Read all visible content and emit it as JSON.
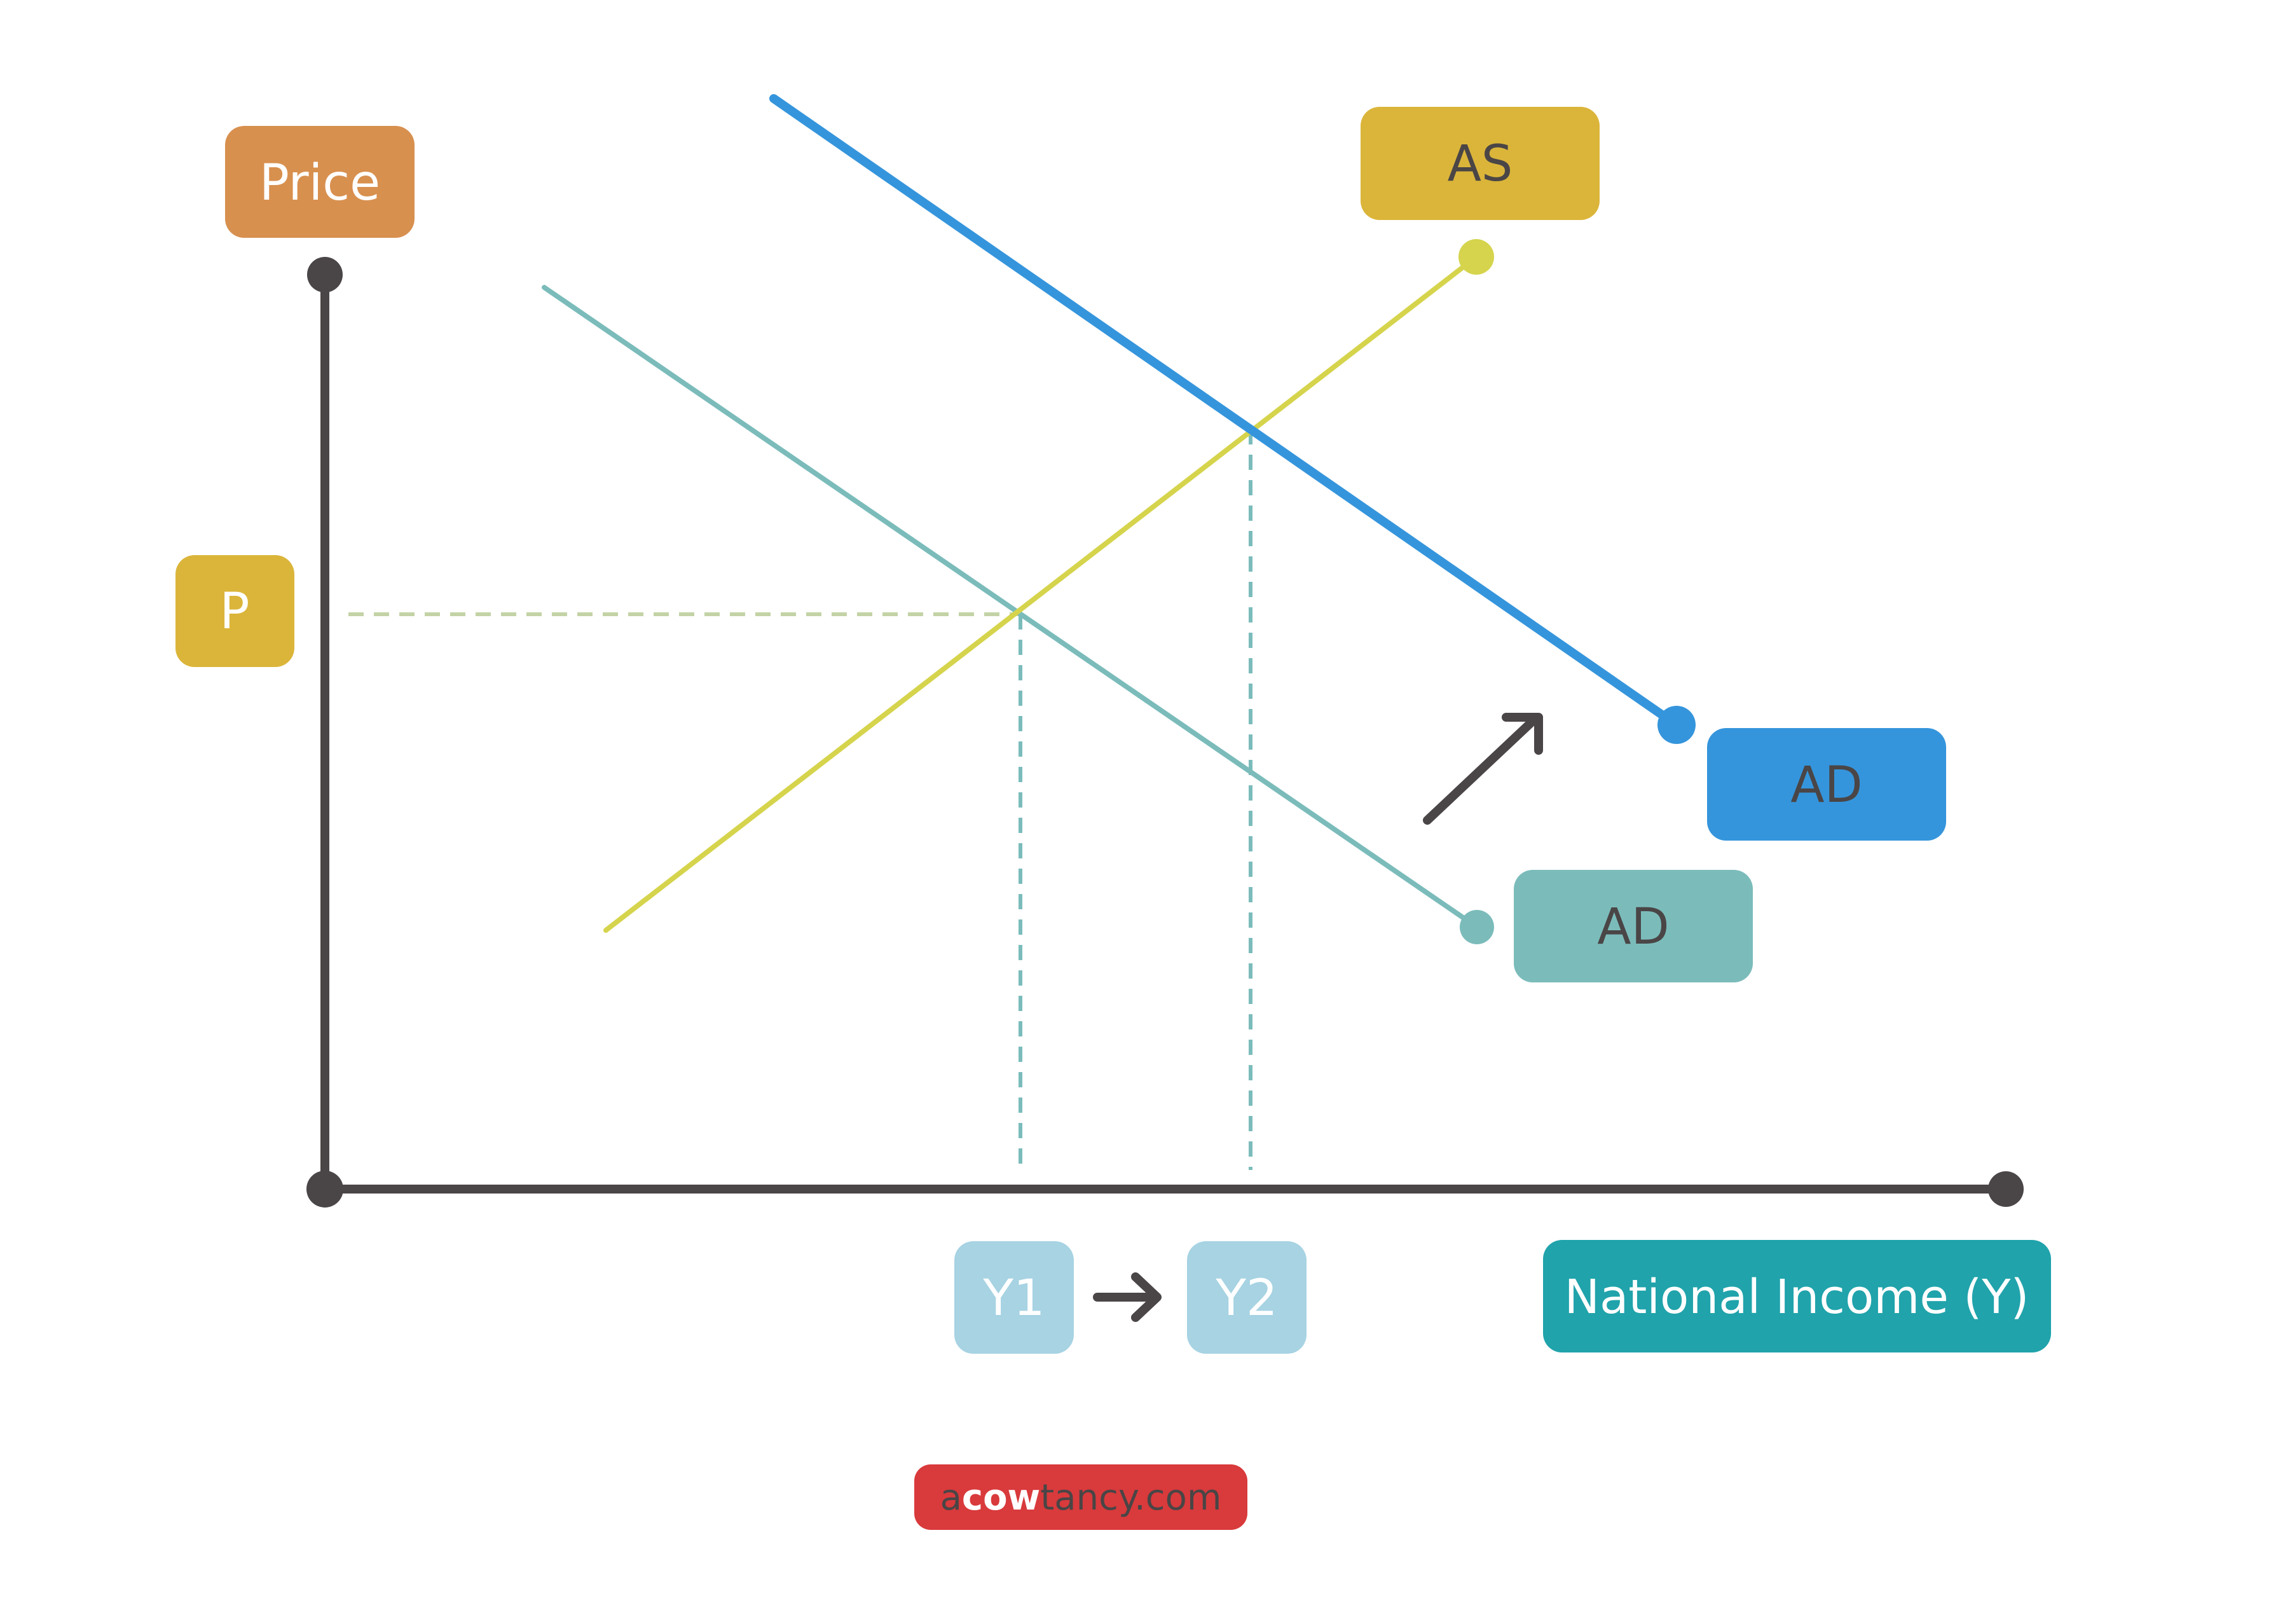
{
  "axis_labels": {
    "y": "Price",
    "x": "National Income (Y)"
  },
  "price_label": "P",
  "curve_labels": {
    "as": "AS",
    "ad_new": "AD",
    "ad_old": "AD"
  },
  "income_labels": {
    "y1": "Y1",
    "y2": "Y2"
  },
  "watermark": {
    "prefix": "a",
    "brand": "cow",
    "suffix": "tancy.com"
  },
  "icons": {
    "shift_arrow": "arrow-up-right-icon",
    "income_arrow": "arrow-right-icon"
  },
  "colors": {
    "axis": "#4a4546",
    "price_box": "#d8904f",
    "p_box": "#dbb53a",
    "as_box": "#dbb53a",
    "as_line": "#d5d44c",
    "ad_new": "#3595dc",
    "ad_old": "#7bbcbb",
    "y_box": "#a7d3e3",
    "income_box": "#20a3ab",
    "watermark_box": "#d93a3c",
    "box_text_dark": "#4a4546",
    "box_text_light": "#ffffff",
    "guide_p": "#c3d3a6",
    "guide_y": "#7bbcbb"
  }
}
